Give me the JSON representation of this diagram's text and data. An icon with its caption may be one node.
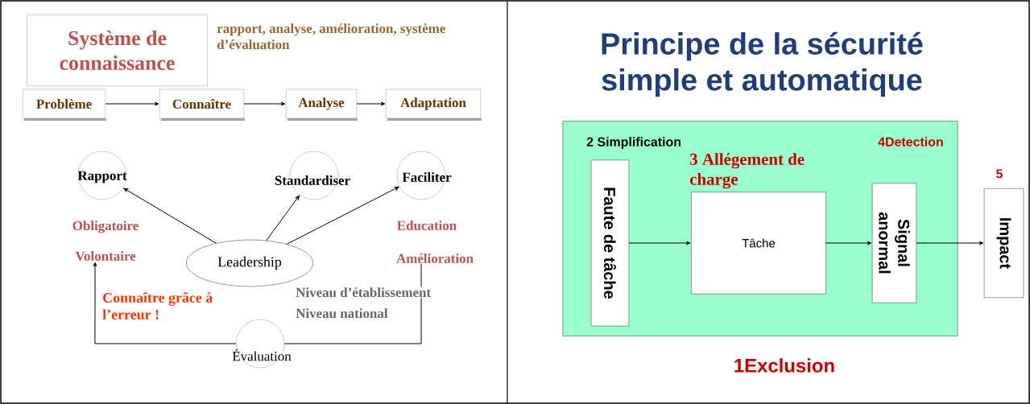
{
  "diagram": {
    "title": "Principe de la sécurité simple et automatique",
    "nodes": [
      {
        "text": [
          "Système de connaissance"
        ]
      },
      {
        "text": [
          "Problème"
        ]
      },
      {
        "text": [
          "Connaître"
        ]
      },
      {
        "text": [
          "Analyse"
        ]
      },
      {
        "text": [
          "Adaptation"
        ]
      },
      {
        "text": [
          "Rapport"
        ]
      },
      {
        "text": [
          "Standardiser"
        ]
      },
      {
        "text": [
          "Faciliter"
        ]
      },
      {
        "text": [
          "Leadership"
        ]
      },
      {
        "text": [
          "Évaluation"
        ]
      },
      {
        "text": [],
        "shape": "box"
      },
      {
        "text": [
          "Faute de tâche"
        ],
        "in": 10
      },
      {
        "text": [
          "Tâche"
        ],
        "in": 10
      },
      {
        "text": [
          "Signal anormal"
        ],
        "in": 10
      },
      {
        "text": [
          "Impact"
        ]
      },
      {
        "text": [
          "Volontaire"
        ]
      },
      {
        "text": [
          "Amélioration"
        ]
      }
    ],
    "edges": [
      {
        "from": 1,
        "to": 2,
        "arrow": "to"
      },
      {
        "from": 2,
        "to": 3,
        "arrow": "to"
      },
      {
        "from": 3,
        "to": 4,
        "arrow": "to"
      },
      {
        "from": 8,
        "to": 5,
        "arrow": "to"
      },
      {
        "from": 8,
        "to": 6,
        "arrow": "to"
      },
      {
        "from": 8,
        "to": 7,
        "arrow": "to"
      },
      {
        "from": 16,
        "to": 9,
        "arrow": "none"
      },
      {
        "from": 9,
        "to": 15,
        "arrow": "to"
      },
      {
        "from": 11,
        "to": 12,
        "arrow": "to"
      },
      {
        "from": 12,
        "to": 13,
        "arrow": "to"
      },
      {
        "from": 13,
        "to": 14,
        "arrow": "to"
      }
    ],
    "labels": [
      "rapport, analyse, amélioration, système d’évaluation",
      "Obligatoire",
      "Education",
      "Connaître grâce à l’erreur !",
      "Niveau d’établissement",
      "Niveau national",
      "2 Simplification",
      "4Detection",
      "3 Allégement de charge",
      "5",
      "1Exclusion"
    ]
  }
}
